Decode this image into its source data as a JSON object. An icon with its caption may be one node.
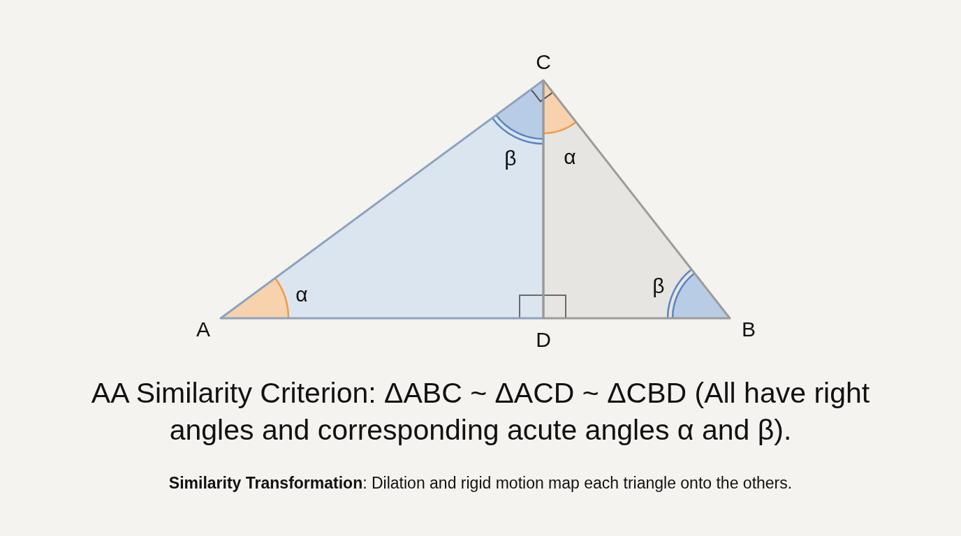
{
  "diagram": {
    "labels": [
      "C",
      "β",
      "α",
      "α",
      "β",
      "A",
      "D",
      "B",
      "AA Similarity Criterion: ΔABC ~ ΔACD ~ ΔCBD (All have right angles and corresponding acute angles α and β).",
      "**Similarity Transformation**: Dilation and rigid motion map each triangle onto the others."
    ]
  }
}
